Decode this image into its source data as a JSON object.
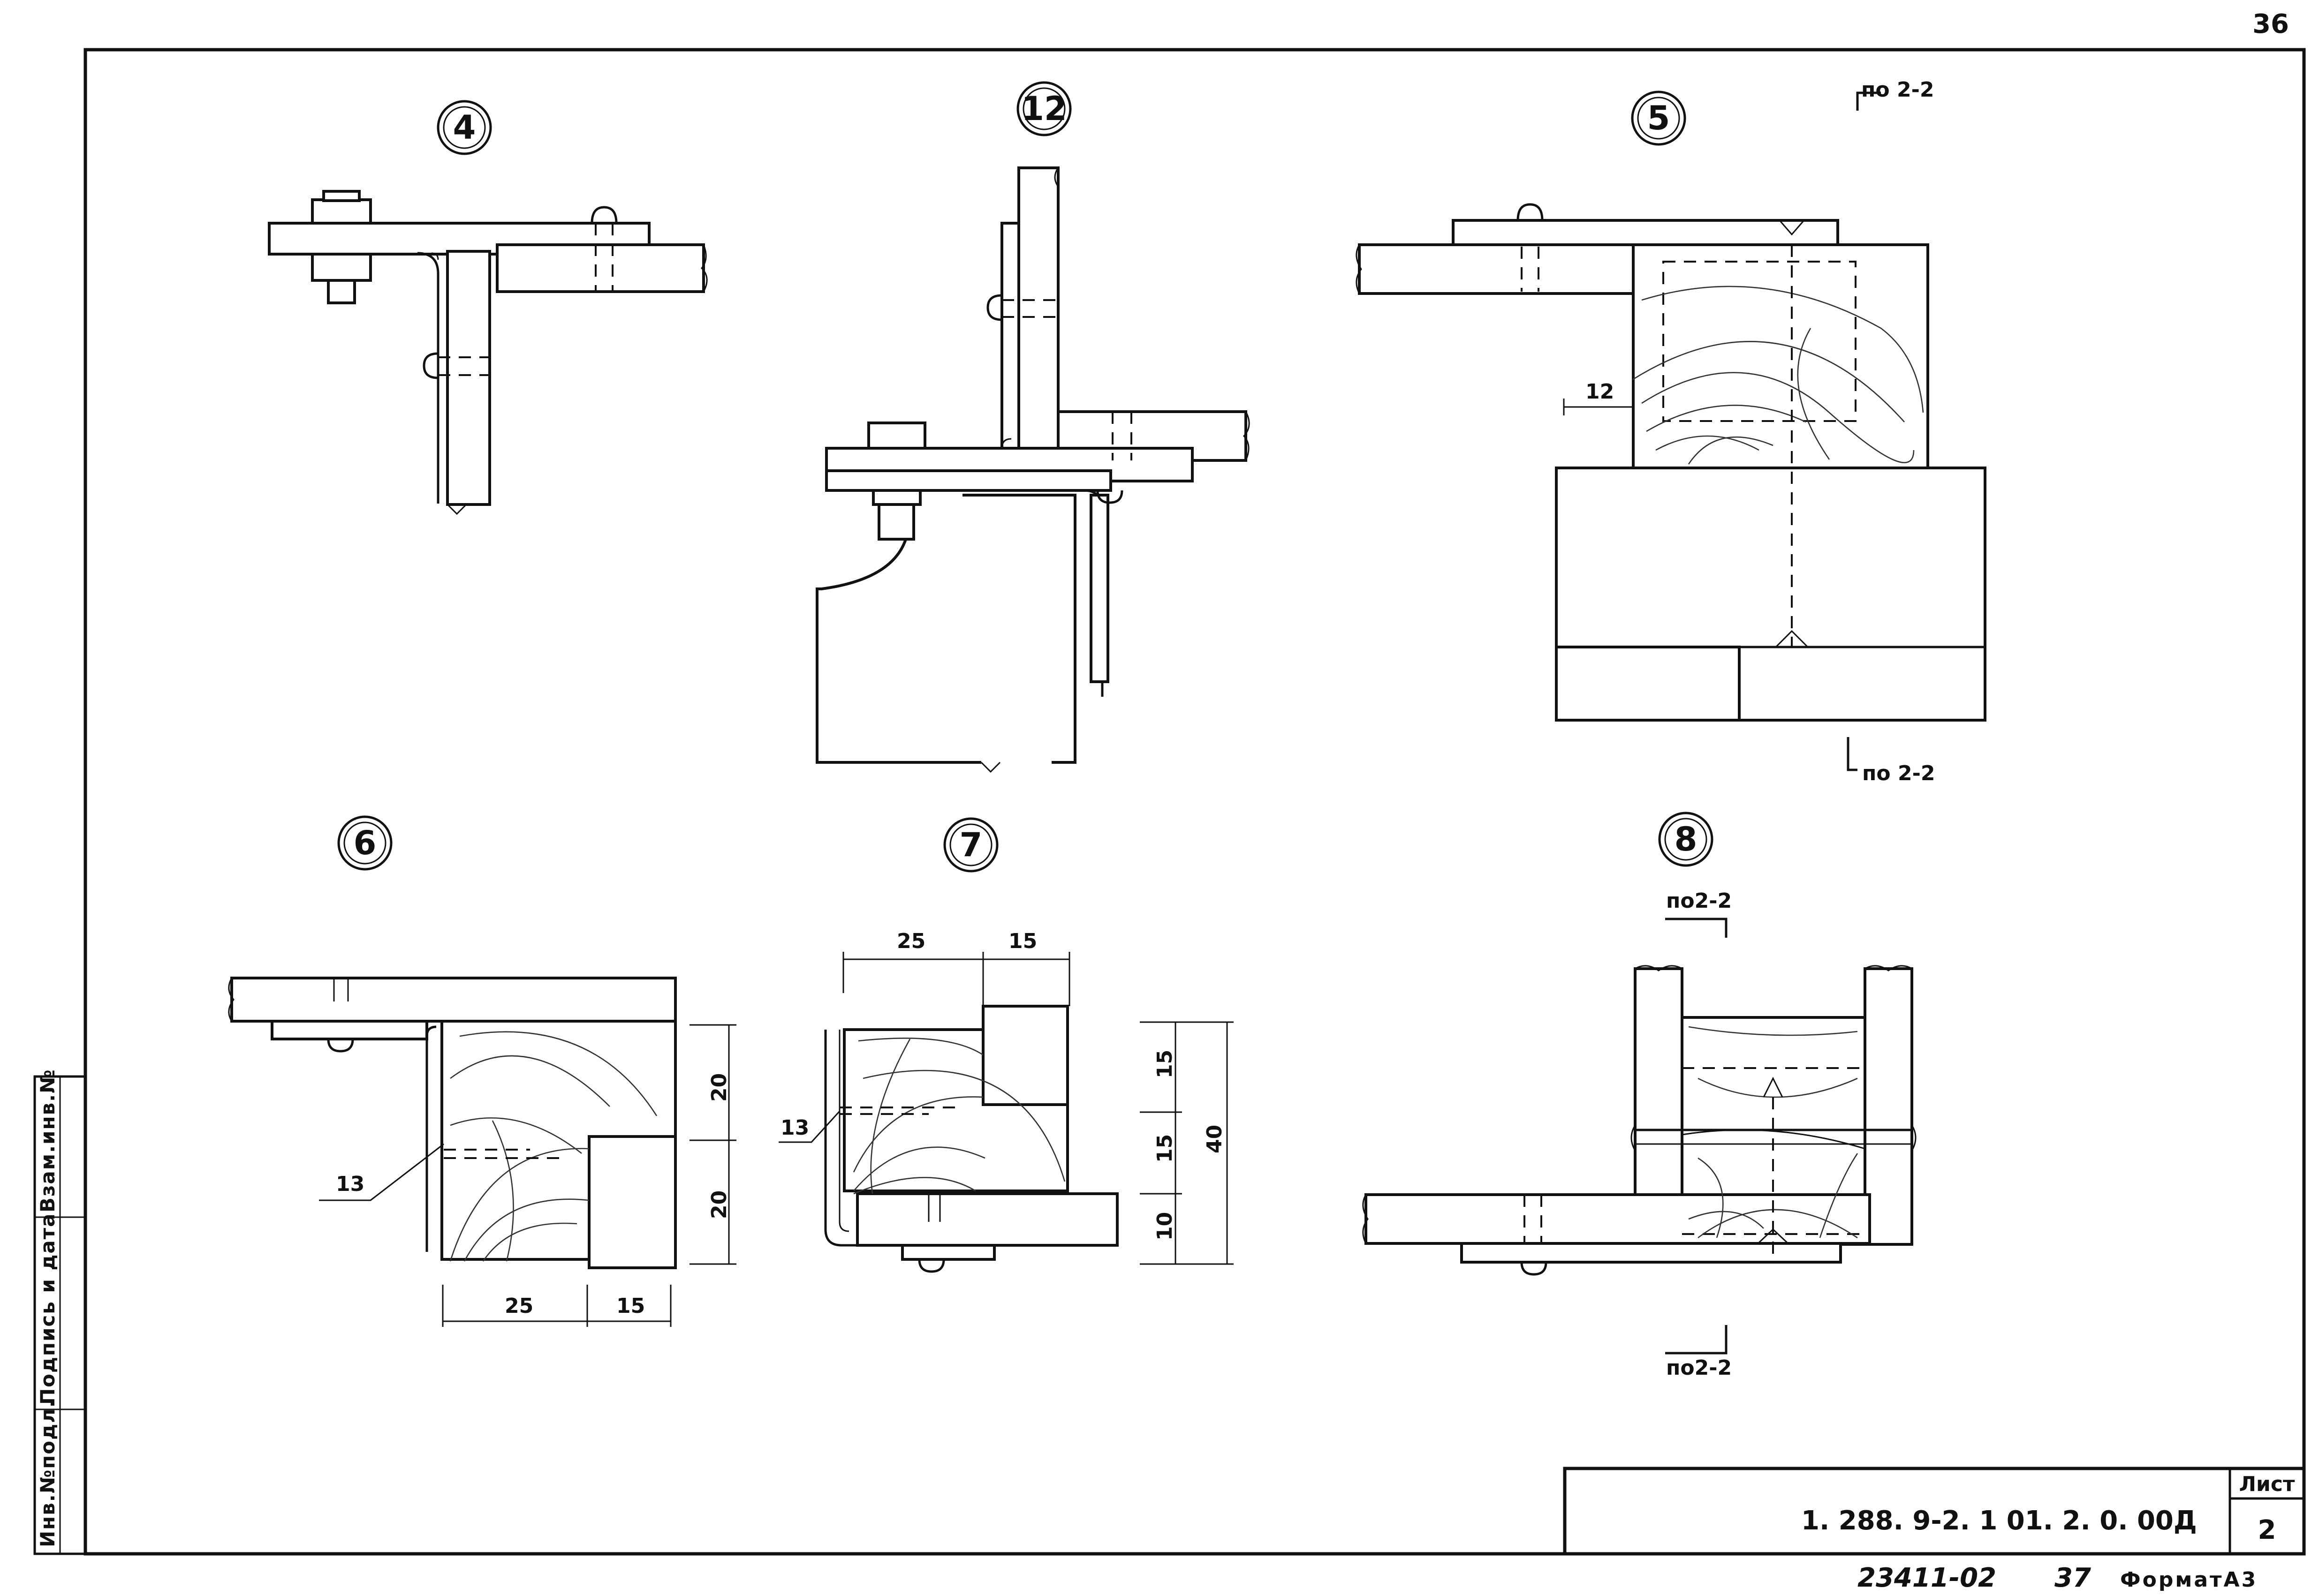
{
  "page_number": "36",
  "details": [
    {
      "id": "detail-4",
      "label": "4"
    },
    {
      "id": "detail-12",
      "label": "12"
    },
    {
      "id": "detail-5",
      "label": "5"
    },
    {
      "id": "detail-6",
      "label": "6"
    },
    {
      "id": "detail-7",
      "label": "7"
    },
    {
      "id": "detail-8",
      "label": "8"
    }
  ],
  "section_refs": {
    "d5_top": "по 2-2",
    "d5_bottom": "по 2-2",
    "d8_top": "по2-2",
    "d8_bottom": "по2-2"
  },
  "dimensions": {
    "d5_offset": "12",
    "d6_h1": "20",
    "d6_h2": "20",
    "d6_w1": "25",
    "d6_w2": "15",
    "d6_leader": "13",
    "d7_w1": "25",
    "d7_w2": "15",
    "d7_h1": "15",
    "d7_h2": "15",
    "d7_h3": "10",
    "d7_total": "40",
    "d7_leader": "13"
  },
  "side_stamp": {
    "inv_podl": "Инв.№подл.",
    "podpis": "Подпись и дата",
    "vzam": "Взам.инв.№"
  },
  "title_block": {
    "code": "1. 288. 9-2. 1 01. 2. 0. 00Д",
    "sheet_label": "Лист",
    "sheet_value": "2"
  },
  "footer": {
    "order_no": "23411-02",
    "copy_no": "37",
    "format": "ФорматА3"
  }
}
